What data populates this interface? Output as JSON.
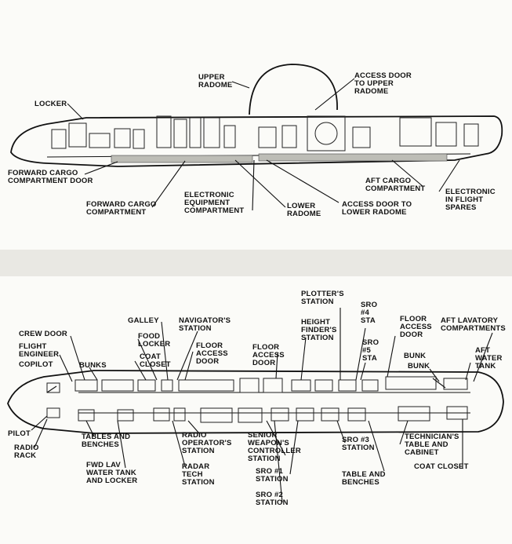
{
  "top_diagram": {
    "labels": {
      "upper_radome": "UPPER\nRADOME",
      "access_door_upper_radome": "ACCESS DOOR\nTO UPPER\nRADOME",
      "locker": "LOCKER",
      "forward_cargo_door": "FORWARD CARGO\nCOMPARTMENT DOOR",
      "forward_cargo_compartment": "FORWARD CARGO\nCOMPARTMENT",
      "electronic_equipment_compartment": "ELECTRONIC\nEQUIPMENT\nCOMPARTMENT",
      "lower_radome": "LOWER\nRADOME",
      "access_door_lower_radome": "ACCESS DOOR TO\nLOWER RADOME",
      "aft_cargo_compartment": "AFT CARGO\nCOMPARTMENT",
      "electronic_in_flight_spares": "ELECTRONIC\nIN FLIGHT\nSPARES"
    }
  },
  "bottom_diagram": {
    "labels": {
      "plotters_station": "PLOTTER'S\nSTATION",
      "sro4_sta": "SRO\n#4\nSTA",
      "height_finders_station": "HEIGHT\nFINDER'S\nSTATION",
      "sro5_sta": "SRO\n#5\nSTA",
      "floor_access_door_aft": "FLOOR\nACCESS\nDOOR",
      "aft_lavatory_compartments": "AFT LAVATORY\nCOMPARTMENTS",
      "galley": "GALLEY",
      "navigators_station": "NAVIGATOR'S\nSTATION",
      "crew_door": "CREW DOOR",
      "food_locker": "FOOD\nLOCKER",
      "flight_engineer": "FLIGHT\nENGINEER",
      "floor_access_door_fwd": "FLOOR\nACCESS\nDOOR",
      "floor_access_door_mid": "FLOOR\nACCESS\nDOOR",
      "coat_closet_fwd": "COAT\nCLOSET",
      "aft_water_tank": "AFT\nWATER\nTANK",
      "copilot": "COPILOT",
      "bunks": "BUNKS",
      "bunk_1": "BUNK",
      "bunk_2": "BUNK",
      "pilot": "PILOT",
      "tables_and_benches": "TABLES AND\nBENCHES",
      "radio_operators_station": "RADIO\nOPERATOR'S\nSTATION",
      "senior_weapons_controller": "SENIOR\nWEAPON'S\nCONTROLLER\nSTATION",
      "sro3_station": "SRO #3\nSTATION",
      "technicians_table": "TECHNICIAN'S\nTABLE AND\nCABINET",
      "radio_rack": "RADIO\nRACK",
      "fwd_lav_water_tank": "FWD LAV\nWATER TANK\nAND LOCKER",
      "radar_tech_station": "RADAR\nTECH\nSTATION",
      "sro1_station": "SRO #1\nSTATION",
      "table_and_benches": "TABLE AND\nBENCHES",
      "coat_closet_aft": "COAT CLOSET",
      "sro2_station": "SRO #2\nSTATION"
    }
  }
}
